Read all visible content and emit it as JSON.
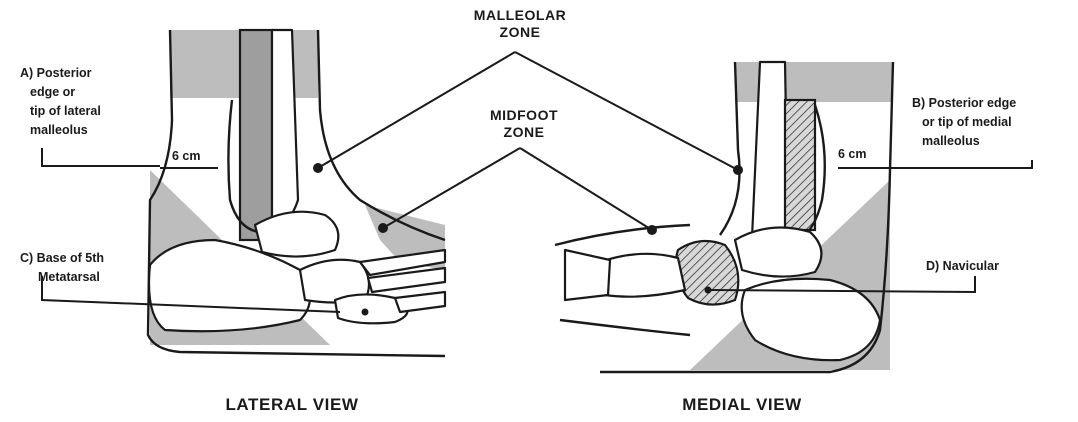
{
  "zones": {
    "malleolar": [
      "MALLEOLAR",
      "ZONE"
    ],
    "midfoot": [
      "MIDFOOT",
      "ZONE"
    ]
  },
  "labels": {
    "a": [
      "A) Posterior",
      "edge or",
      "tip of lateral",
      "malleolus"
    ],
    "b": [
      "B) Posterior edge",
      "or tip of medial",
      "malleolus"
    ],
    "c": [
      "C) Base of 5th",
      "Metatarsal"
    ],
    "d": "D) Navicular",
    "distance_left": "6 cm",
    "distance_right": "6 cm"
  },
  "views": {
    "lateral": "LATERAL VIEW",
    "medial": "MEDIAL VIEW"
  },
  "colors": {
    "shading": "#bdbdbd",
    "ink": "#1a1a1a",
    "background": "#ffffff"
  }
}
